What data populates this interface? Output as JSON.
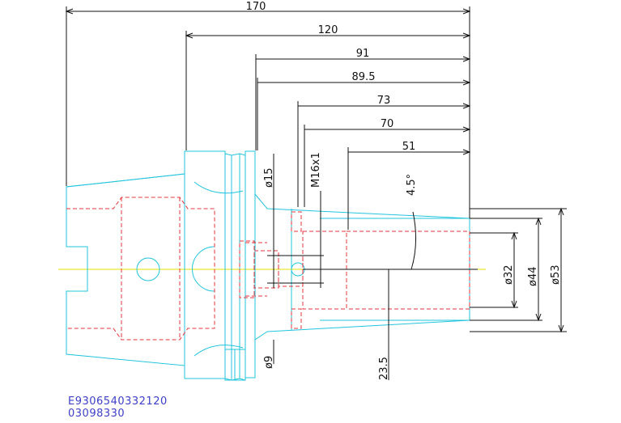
{
  "colors": {
    "part": "#22c4de",
    "hidden": "#e8333a",
    "centerline": "#e8e000",
    "dimension": "#111111",
    "code_text": "#3d40c8"
  },
  "dimensions": {
    "len_170": "170",
    "len_120": "120",
    "len_91": "91",
    "len_89_5": "89.5",
    "len_73": "73",
    "len_70": "70",
    "len_51": "51",
    "dia_15": "ø15",
    "thread": "M16x1",
    "angle": "4.5°",
    "dia_32": "ø32",
    "dia_44": "ø44",
    "dia_53": "ø53",
    "dia_9": "ø9",
    "len_23_5": "23.5"
  },
  "codes": {
    "line1": "E9306540332120",
    "line2": "03098330"
  }
}
